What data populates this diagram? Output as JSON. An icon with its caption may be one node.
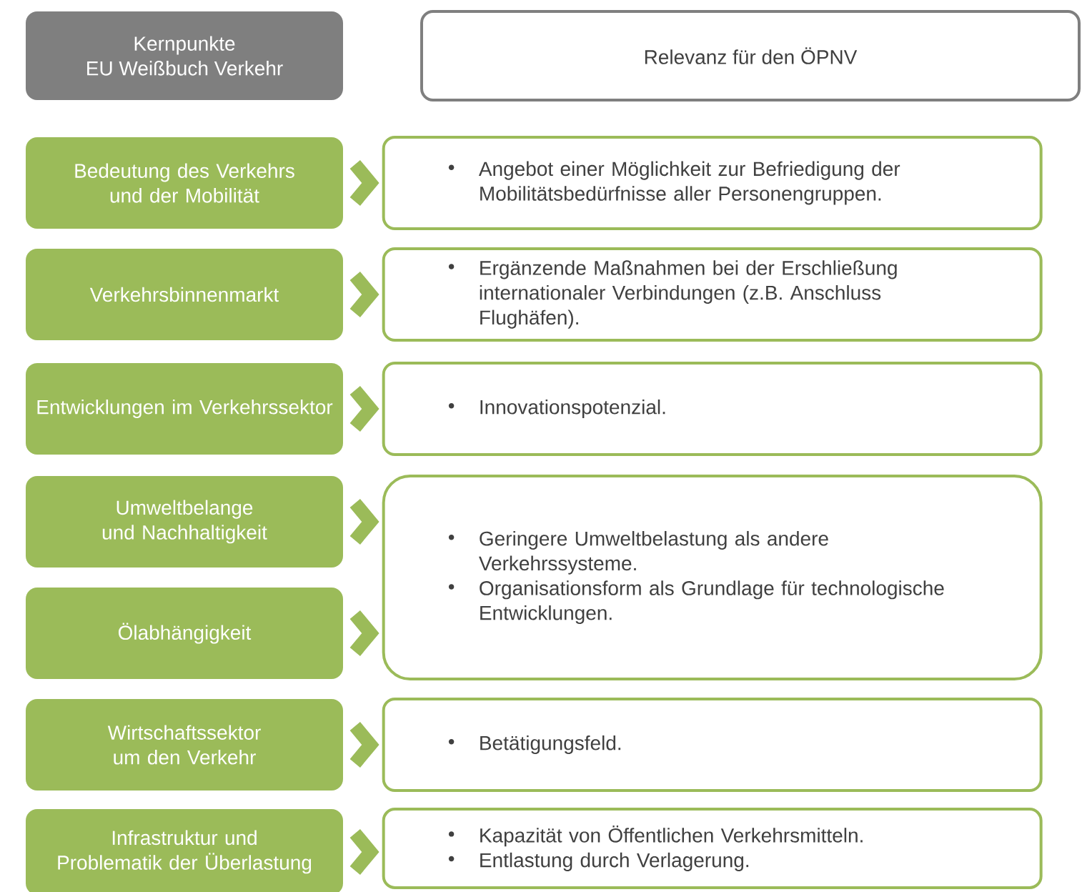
{
  "diagram": {
    "nodes": [
      {
        "text": [
          "Kernpunkte",
          "EU Weißbuch Verkehr"
        ]
      },
      {
        "text": [
          "Relevanz für den ÖPNV"
        ]
      },
      {
        "text": [
          "Bedeutung des Verkehrs und der Mobilität"
        ]
      },
      {
        "text": [
          "Angebot einer Möglichkeit zur Befriedigung der Mobilitätsbedürfnisse aller Personengruppen."
        ]
      },
      {
        "text": [
          "Verkehrsbinnenmarkt"
        ]
      },
      {
        "text": [
          "Ergänzende Maßnahmen bei der Erschließung internationaler Verbindungen (z.B. Anschluss Flughäfen)."
        ]
      },
      {
        "text": [
          "Entwicklungen im Verkehrssektor"
        ]
      },
      {
        "text": [
          "Innovationspotenzial."
        ]
      },
      {
        "text": [
          "Umweltbelange und Nachhaltigkeit"
        ]
      },
      {
        "text": [
          "Geringere Umweltbelastung als andere Verkehrssysteme.",
          "Organisationsform als Grundlage für technologische Entwicklungen."
        ]
      },
      {
        "text": [
          "Ölabhängigkeit"
        ]
      },
      {
        "text": [
          "Wirtschaftssektor um den Verkehr"
        ]
      },
      {
        "text": [
          "Betätigungsfeld."
        ]
      },
      {
        "text": [
          "Infrastruktur und Problematik der Überlastung"
        ]
      },
      {
        "text": [
          "Kapazität von Öffentlichen Verkehrsmitteln.",
          "Entlastung durch Verlagerung."
        ]
      }
    ],
    "edges": [
      {
        "from": 2,
        "to": 3,
        "arrow": "to"
      },
      {
        "from": 4,
        "to": 5,
        "arrow": "to"
      },
      {
        "from": 6,
        "to": 7,
        "arrow": "to"
      },
      {
        "from": 8,
        "to": 9,
        "arrow": "to"
      },
      {
        "from": 10,
        "to": 9,
        "arrow": "to"
      },
      {
        "from": 11,
        "to": 12,
        "arrow": "to"
      },
      {
        "from": 13,
        "to": 14,
        "arrow": "to"
      }
    ]
  }
}
